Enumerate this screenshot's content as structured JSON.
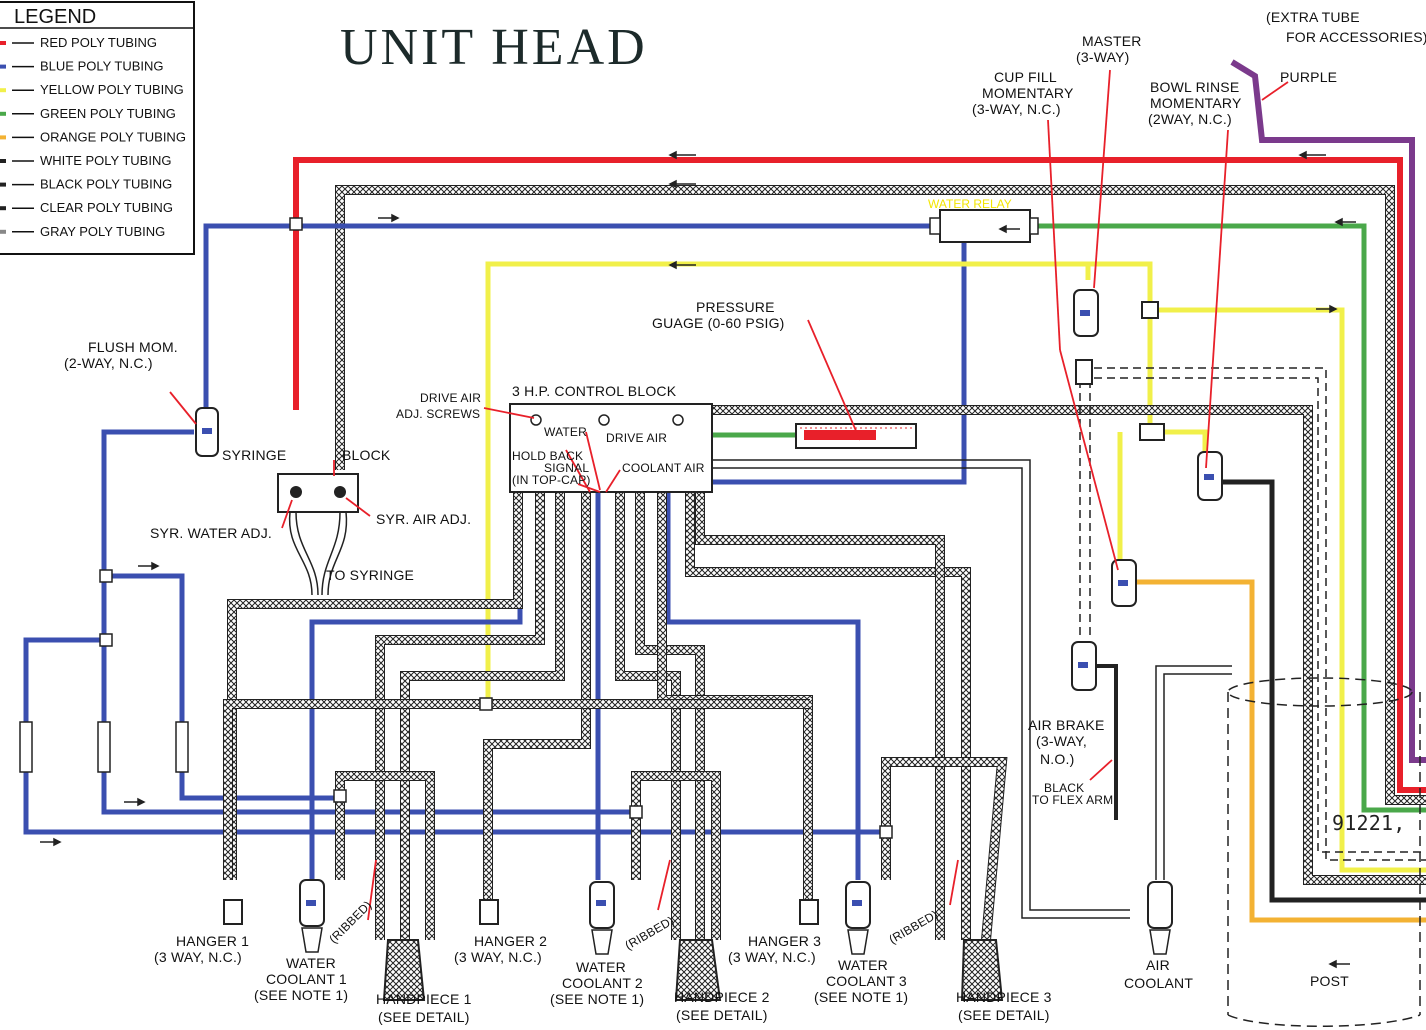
{
  "title": "UNIT HEAD",
  "legend": {
    "heading": "LEGEND",
    "items": [
      {
        "label": "RED POLY TUBING",
        "color": "#e8202a"
      },
      {
        "label": "BLUE POLY TUBING",
        "color": "#3b4fb0"
      },
      {
        "label": "YELLOW POLY TUBING",
        "color": "#f1f04a"
      },
      {
        "label": "GREEN POLY TUBING",
        "color": "#4aa84a"
      },
      {
        "label": "ORANGE POLY TUBING",
        "color": "#f3b233"
      },
      {
        "label": "WHITE POLY TUBING",
        "color": "#ffffff"
      },
      {
        "label": "BLACK POLY TUBING",
        "color": "#222222"
      },
      {
        "label": "CLEAR POLY TUBING",
        "color": "#ffffff"
      },
      {
        "label": "GRAY POLY TUBING",
        "color": "#888888"
      }
    ]
  },
  "labels": {
    "extra_tube_1": "(EXTRA TUBE",
    "extra_tube_2": "FOR ACCESSORIES)",
    "purple": "PURPLE",
    "master_1": "MASTER",
    "master_2": "(3-WAY)",
    "cup_fill_1": "CUP FILL",
    "cup_fill_2": "MOMENTARY",
    "cup_fill_3": "(3-WAY, N.C.)",
    "bowl_rinse_1": "BOWL RINSE",
    "bowl_rinse_2": "MOMENTARY",
    "bowl_rinse_3": "(2WAY, N.C.)",
    "water_relay": "WATER RELAY",
    "pressure_1": "PRESSURE",
    "pressure_2": "GUAGE (0-60 PSIG)",
    "control_block": "3 H.P. CONTROL BLOCK",
    "drive_air_adj_1": "DRIVE AIR",
    "drive_air_adj_2": "ADJ. SCREWS",
    "water": "WATER",
    "drive_air": "DRIVE AIR",
    "hold_back_1": "HOLD BACK",
    "hold_back_2": "SIGNAL",
    "hold_back_3": "(IN TOP-CAP)",
    "coolant_air": "COOLANT AIR",
    "flush_1": "FLUSH MOM.",
    "flush_2": "(2-WAY, N.C.)",
    "syringe": "SYRINGE",
    "block": "BLOCK",
    "syr_water_adj": "SYR. WATER ADJ.",
    "syr_air_adj": "SYR. AIR ADJ.",
    "to_syringe": "TO SYRINGE",
    "hanger1_1": "HANGER 1",
    "hanger1_2": "(3 WAY, N.C.)",
    "hanger2_1": "HANGER 2",
    "hanger2_2": "(3 WAY, N.C.)",
    "hanger3_1": "HANGER 3",
    "hanger3_2": "(3 WAY, N.C.)",
    "wc1_1": "WATER",
    "wc1_2": "COOLANT 1",
    "wc1_3": "(SEE NOTE 1)",
    "wc2_1": "WATER",
    "wc2_2": "COOLANT 2",
    "wc2_3": "(SEE NOTE 1)",
    "wc3_1": "WATER",
    "wc3_2": "COOLANT 3",
    "wc3_3": "(SEE NOTE 1)",
    "ribbed": "(RIBBED)",
    "hp1_1": "HANDPIECE 1",
    "hp1_2": "(SEE DETAIL)",
    "hp2_1": "HANDPIECE 2",
    "hp2_2": "(SEE DETAIL)",
    "hp3_1": "HANDPIECE 3",
    "hp3_2": "(SEE DETAIL)",
    "air_brake_1": "AIR BRAKE",
    "air_brake_2": "(3-WAY,",
    "air_brake_3": "N.O.)",
    "black_flex_1": "BLACK",
    "black_flex_2": "TO FLEX ARM",
    "air_coolant_1": "AIR",
    "air_coolant_2": "COOLANT",
    "post": "POST",
    "stamp": "91221,"
  },
  "colors": {
    "red": "#e8202a",
    "blue": "#3b4fb0",
    "yellow": "#f1f04a",
    "green": "#4aa84a",
    "orange": "#f3b233",
    "purple": "#7b3a8c",
    "black": "#222222"
  }
}
